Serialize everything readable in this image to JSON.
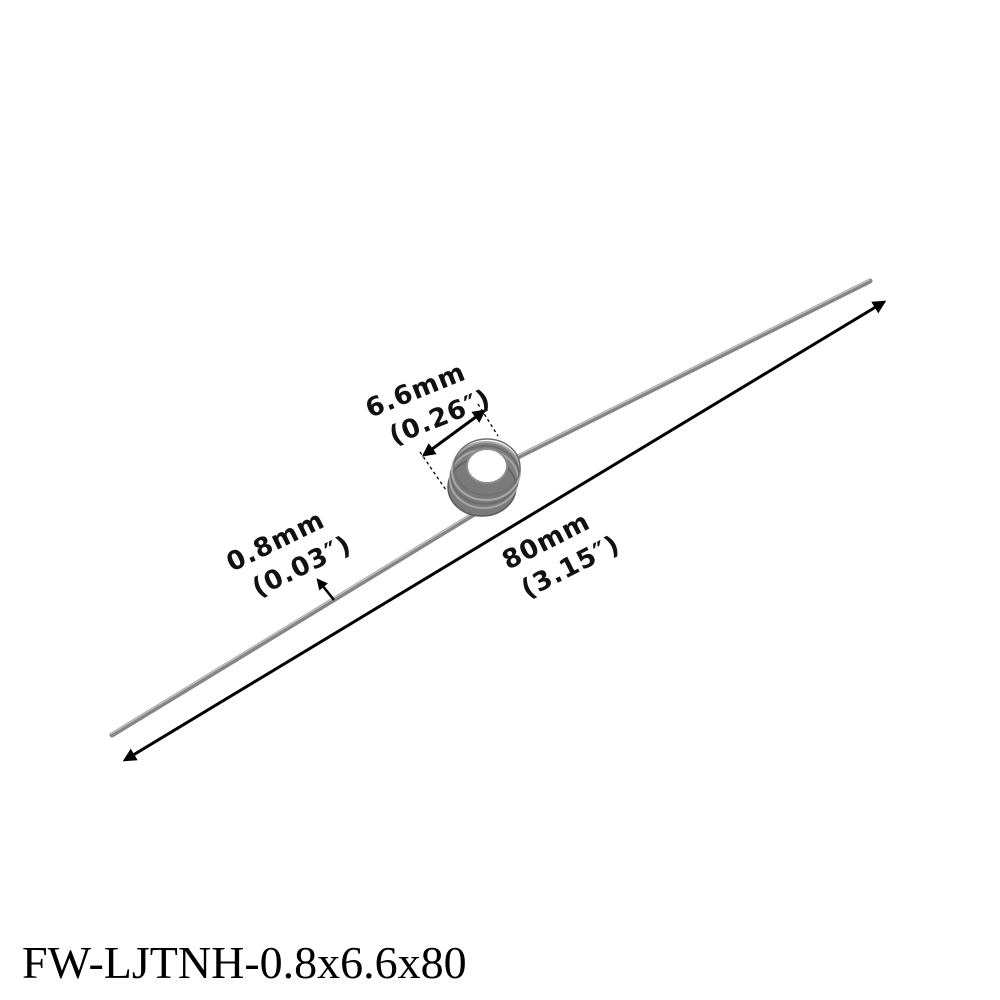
{
  "dimensions": {
    "wire_diameter": {
      "metric": "0.8mm",
      "imperial": "(0.03″)"
    },
    "coil_diameter": {
      "metric": "6.6mm",
      "imperial": "(0.26″)"
    },
    "overall_length": {
      "metric": "80mm",
      "imperial": "(3.15″)"
    }
  },
  "caption": "FW-LJTNH-0.8x6.6x80",
  "colors": {
    "wire": "#8a8a8a",
    "wire_highlight": "#c4c4c4",
    "coil": "#7a7a7a",
    "arrow": "#000000"
  }
}
